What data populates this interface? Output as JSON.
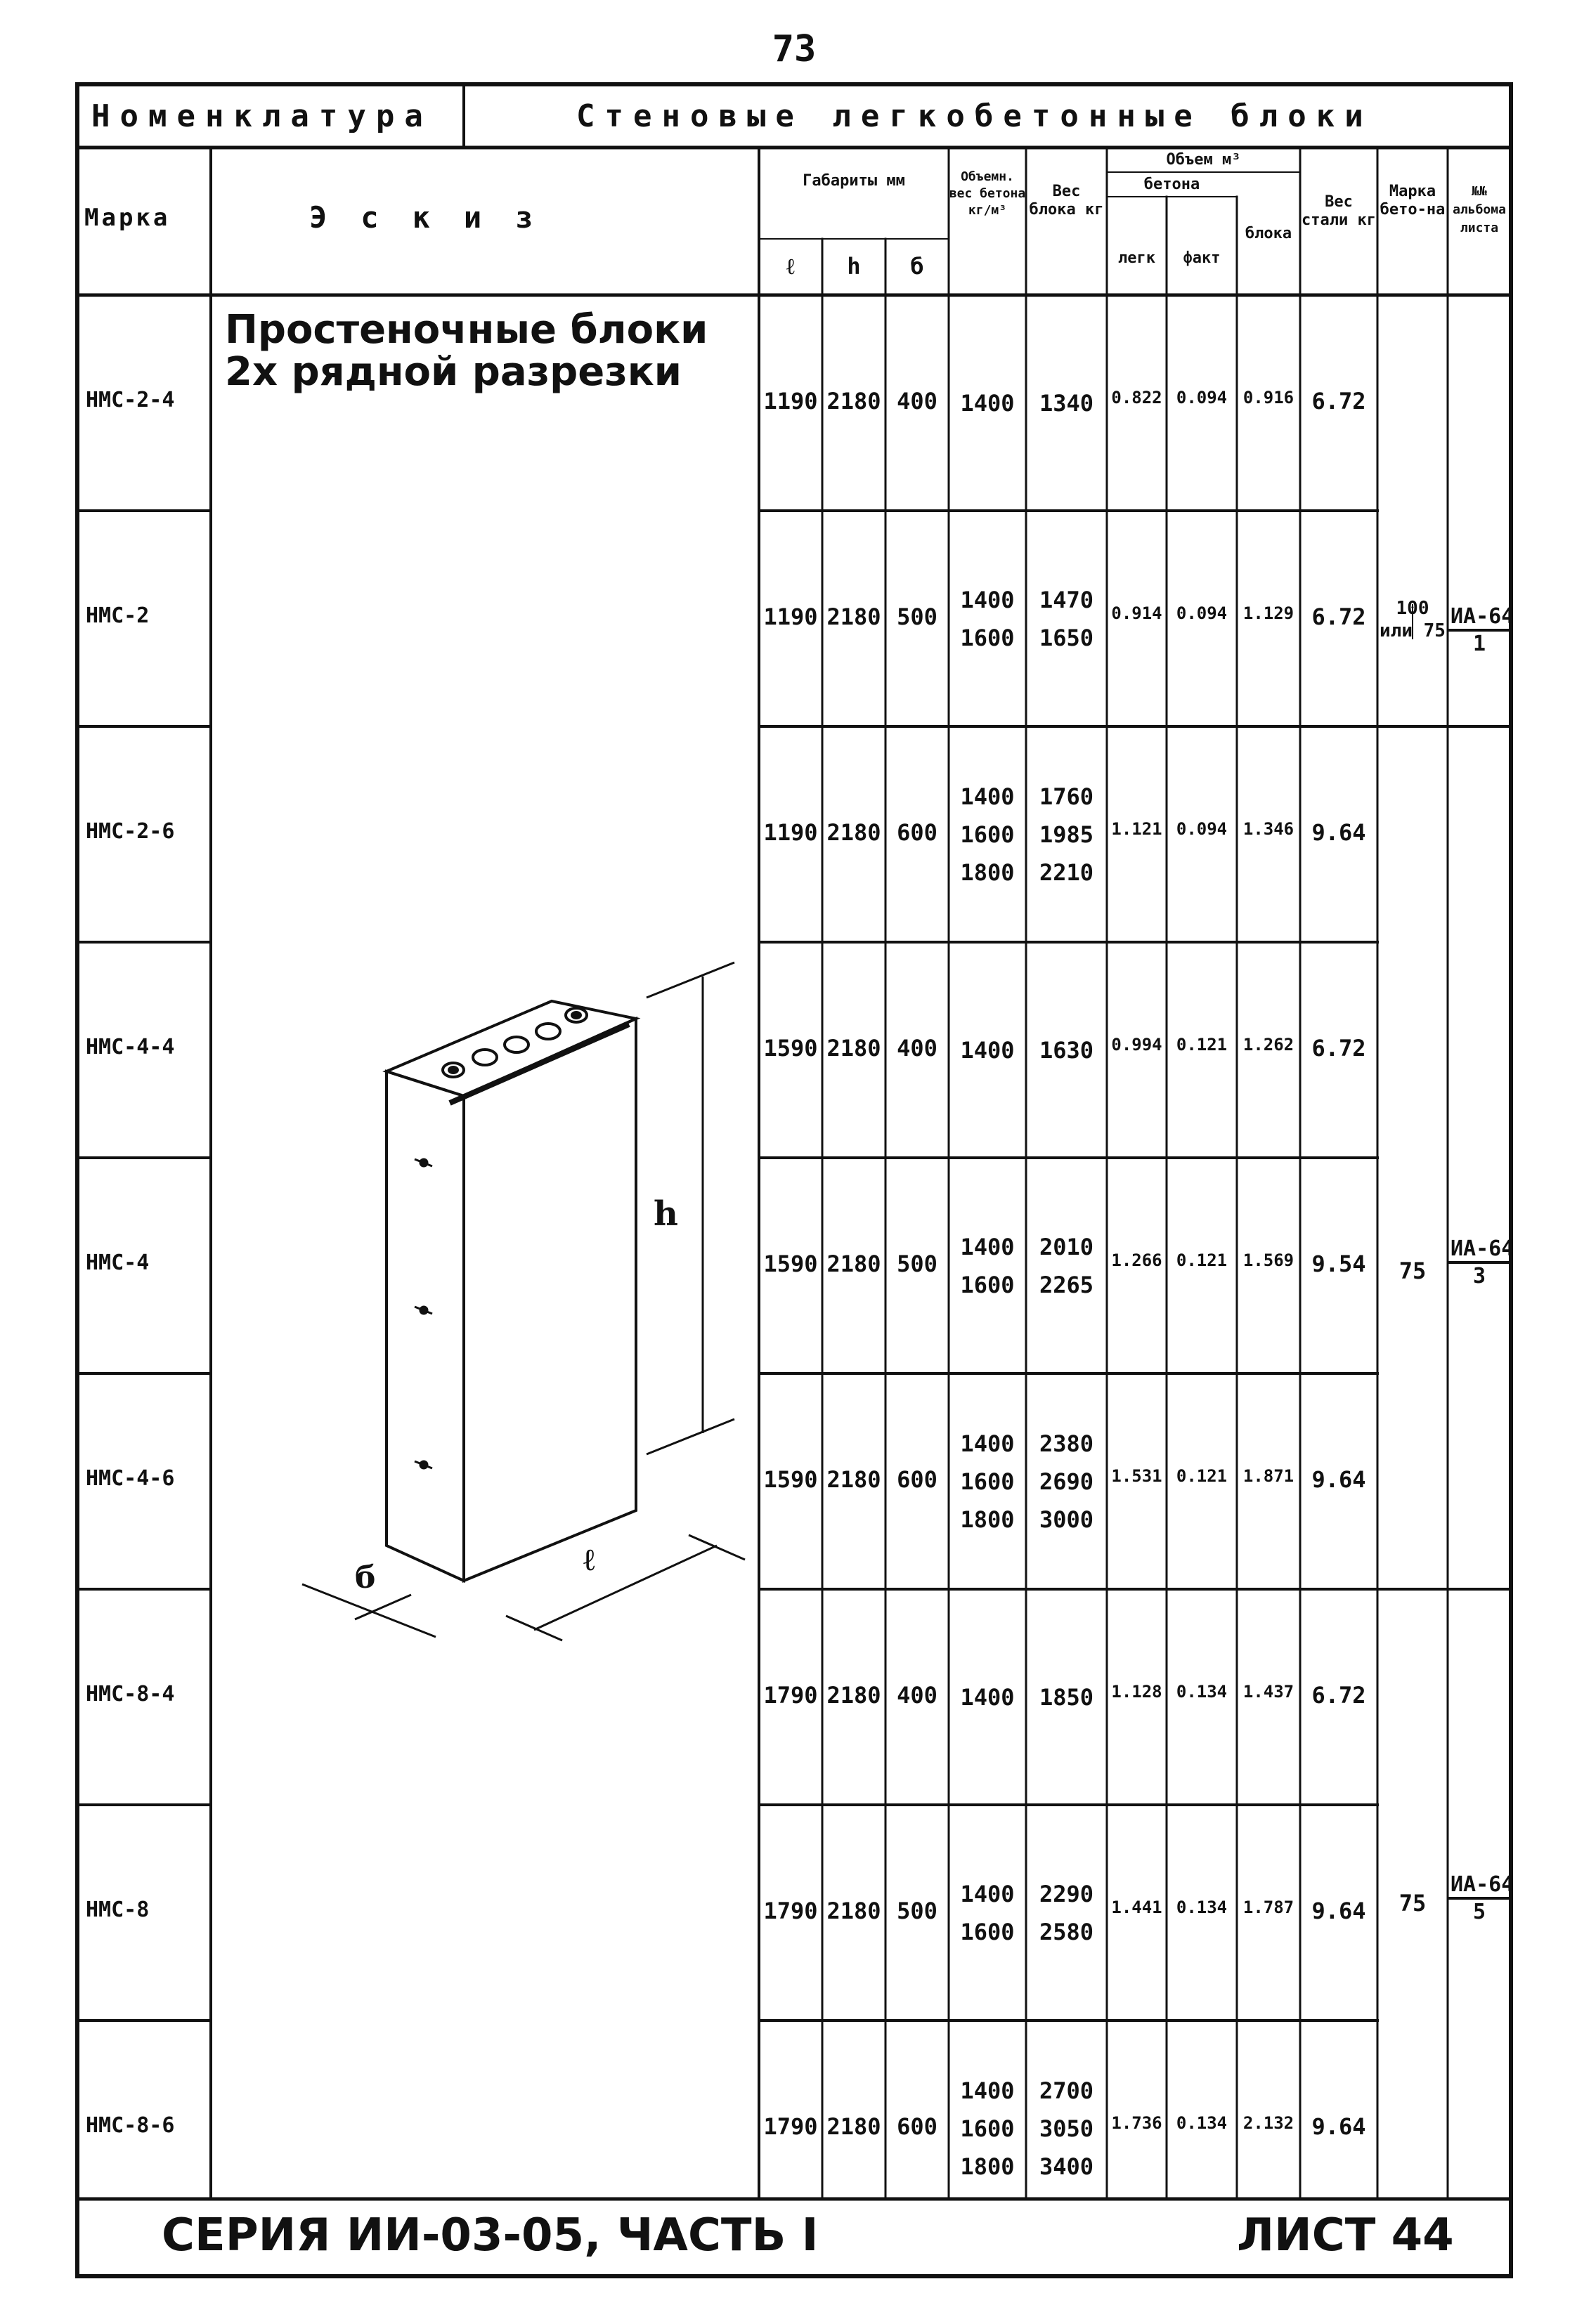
{
  "page_number": "73",
  "header": {
    "nomenclature_label": "Номенклатура",
    "section_title": "Стеновые легкобетонные блоки"
  },
  "columns": {
    "mark": "Марка",
    "sketch": "Эскиз",
    "dimensions_group": "Габариты мм",
    "dim_l": "ℓ",
    "dim_h": "h",
    "dim_b": "б",
    "volume_weight": "Объемн. вес бетона кг/м³",
    "block_weight": "Вес блока кг",
    "volume_group": "Объем м³",
    "volume_concrete": "бетона",
    "volume_light": "легк",
    "volume_fact": "факт",
    "volume_block": "блока",
    "steel_weight": "Вес стали кг",
    "concrete_grade": "Марка бето-на",
    "album_sheet": "№№ альбома листа"
  },
  "sketch": {
    "title_line1": "Простеночные блоки",
    "title_line2": "2х рядной разрезки",
    "dim_label_h": "h",
    "dim_label_b": "б",
    "dim_label_l": "ℓ"
  },
  "rows": [
    {
      "mark": "НМС-2-4",
      "l": "1190",
      "h": "2180",
      "b": "400",
      "density": [
        "1400"
      ],
      "weight": [
        "1340"
      ],
      "v_light": "0.822",
      "v_fact": "0.094",
      "v_block": "0.916",
      "steel": "6.72"
    },
    {
      "mark": "НМС-2",
      "l": "1190",
      "h": "2180",
      "b": "500",
      "density": [
        "1400",
        "1600"
      ],
      "weight": [
        "1470",
        "1650"
      ],
      "v_light": "0.914",
      "v_fact": "0.094",
      "v_block": "1.129",
      "steel": "6.72"
    },
    {
      "mark": "НМС-2-6",
      "l": "1190",
      "h": "2180",
      "b": "600",
      "density": [
        "1400",
        "1600",
        "1800"
      ],
      "weight": [
        "1760",
        "1985",
        "2210"
      ],
      "v_light": "1.121",
      "v_fact": "0.094",
      "v_block": "1.346",
      "steel": "9.64"
    },
    {
      "mark": "НМС-4-4",
      "l": "1590",
      "h": "2180",
      "b": "400",
      "density": [
        "1400"
      ],
      "weight": [
        "1630"
      ],
      "v_light": "0.994",
      "v_fact": "0.121",
      "v_block": "1.262",
      "steel": "6.72"
    },
    {
      "mark": "НМС-4",
      "l": "1590",
      "h": "2180",
      "b": "500",
      "density": [
        "1400",
        "1600"
      ],
      "weight": [
        "2010",
        "2265"
      ],
      "v_light": "1.266",
      "v_fact": "0.121",
      "v_block": "1.569",
      "steel": "9.54"
    },
    {
      "mark": "НМС-4-6",
      "l": "1590",
      "h": "2180",
      "b": "600",
      "density": [
        "1400",
        "1600",
        "1800"
      ],
      "weight": [
        "2380",
        "2690",
        "3000"
      ],
      "v_light": "1.531",
      "v_fact": "0.121",
      "v_block": "1.871",
      "steel": "9.64"
    },
    {
      "mark": "НМС-8-4",
      "l": "1790",
      "h": "2180",
      "b": "400",
      "density": [
        "1400"
      ],
      "weight": [
        "1850"
      ],
      "v_light": "1.128",
      "v_fact": "0.134",
      "v_block": "1.437",
      "steel": "6.72"
    },
    {
      "mark": "НМС-8",
      "l": "1790",
      "h": "2180",
      "b": "500",
      "density": [
        "1400",
        "1600"
      ],
      "weight": [
        "2290",
        "2580"
      ],
      "v_light": "1.441",
      "v_fact": "0.134",
      "v_block": "1.787",
      "steel": "9.64"
    },
    {
      "mark": "НМС-8-6",
      "l": "1790",
      "h": "2180",
      "b": "600",
      "density": [
        "1400",
        "1600",
        "1800"
      ],
      "weight": [
        "2700",
        "3050",
        "3400"
      ],
      "v_light": "1.736",
      "v_fact": "0.134",
      "v_block": "2.132",
      "steel": "9.64"
    }
  ],
  "groups": [
    {
      "grade": "100 или 75",
      "album": "ИА-64",
      "sheet": "1"
    },
    {
      "grade": "75",
      "album": "ИА-64",
      "sheet": "3"
    },
    {
      "grade": "75",
      "album": "ИА-64",
      "sheet": "5"
    }
  ],
  "footer": {
    "series": "СЕРИЯ ИИ-03-05, ЧАСТЬ I",
    "sheet": "ЛИСТ 44"
  }
}
